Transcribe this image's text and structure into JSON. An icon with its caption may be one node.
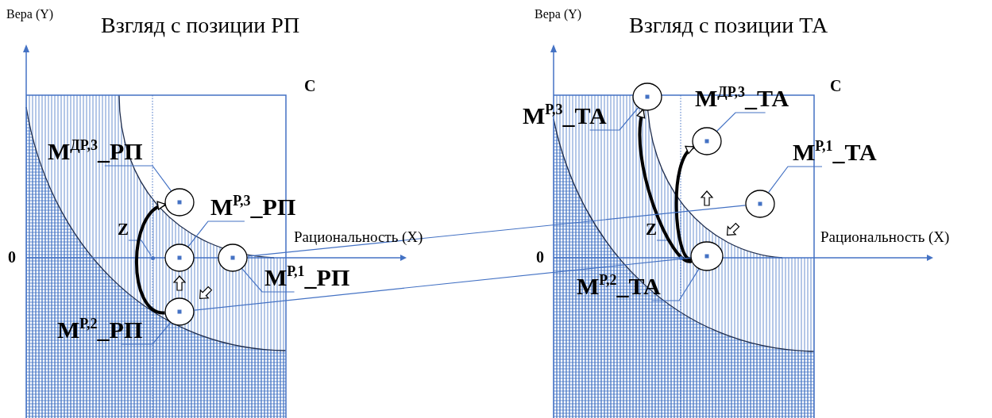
{
  "diagram": {
    "nodes": [
      {
        "text": [
          "М$^{ДР,3}$_РП"
        ]
      },
      {
        "text": [],
        "shape": "circle"
      },
      {
        "text": [
          "М$^{Р,3}$_РП"
        ]
      },
      {
        "text": [],
        "shape": "circle"
      },
      {
        "text": [],
        "shape": "circle"
      },
      {
        "text": [
          "М$^{Р,1}$_РП"
        ]
      },
      {
        "text": [],
        "shape": "circle"
      },
      {
        "text": [
          "М$^{Р,2}$_РП"
        ]
      },
      {
        "text": [
          "Z"
        ]
      },
      {
        "text": [
          "М$^{Р,3}$_ТА"
        ]
      },
      {
        "text": [],
        "shape": "circle"
      },
      {
        "text": [
          "М$^{ДР,3}$_ТА"
        ]
      },
      {
        "text": [],
        "shape": "circle"
      },
      {
        "text": [
          "М$^{Р,1}$_ТА"
        ]
      },
      {
        "text": [],
        "shape": "circle"
      },
      {
        "text": [
          "Z"
        ]
      },
      {
        "text": [],
        "shape": "circle"
      },
      {
        "text": [
          "М$^{Р,2}$_ТА"
        ]
      },
      {
        "text": [],
        "shape": "dot"
      },
      {
        "text": [],
        "shape": "dot"
      }
    ],
    "edges": [
      {
        "from": 0,
        "to": 1,
        "arrow": "none"
      },
      {
        "from": 2,
        "to": 3,
        "arrow": "none"
      },
      {
        "from": 5,
        "to": 4,
        "arrow": "none"
      },
      {
        "from": 7,
        "to": 6,
        "arrow": "none"
      },
      {
        "from": 8,
        "to": 18,
        "arrow": "none"
      },
      {
        "from": 9,
        "to": 10,
        "arrow": "none"
      },
      {
        "from": 11,
        "to": 12,
        "arrow": "none"
      },
      {
        "from": 13,
        "to": 14,
        "arrow": "none"
      },
      {
        "from": 15,
        "to": 19,
        "arrow": "none"
      },
      {
        "from": 17,
        "to": 16,
        "arrow": "none"
      },
      {
        "from": 6,
        "to": 1,
        "arrow": "to",
        "style": "thick",
        "color": "#000000"
      },
      {
        "from": 16,
        "to": 10,
        "arrow": "to",
        "style": "thick",
        "color": "#000000"
      },
      {
        "from": 16,
        "to": 12,
        "arrow": "to",
        "style": "thick",
        "color": "#000000"
      },
      {
        "from": 4,
        "to": 14,
        "arrow": "none"
      },
      {
        "from": 6,
        "to": 16,
        "arrow": "none"
      },
      {
        "from": 6,
        "to": 3,
        "arrow": "to",
        "color": "#000000"
      },
      {
        "from": 4,
        "to": 6,
        "arrow": "to",
        "color": "#000000"
      },
      {
        "from": 16,
        "to": 12,
        "arrow": "to",
        "color": "#000000"
      },
      {
        "from": 14,
        "to": 16,
        "arrow": "to",
        "color": "#000000"
      }
    ],
    "labels": [
      "Вера (Y)",
      "Взгляд с позиции РП",
      "С",
      "Рациональность (X)",
      "0",
      "Вера (Y)",
      "Взгляд с позиции ТА",
      "С",
      "0",
      "Рациональность (X)"
    ]
  }
}
